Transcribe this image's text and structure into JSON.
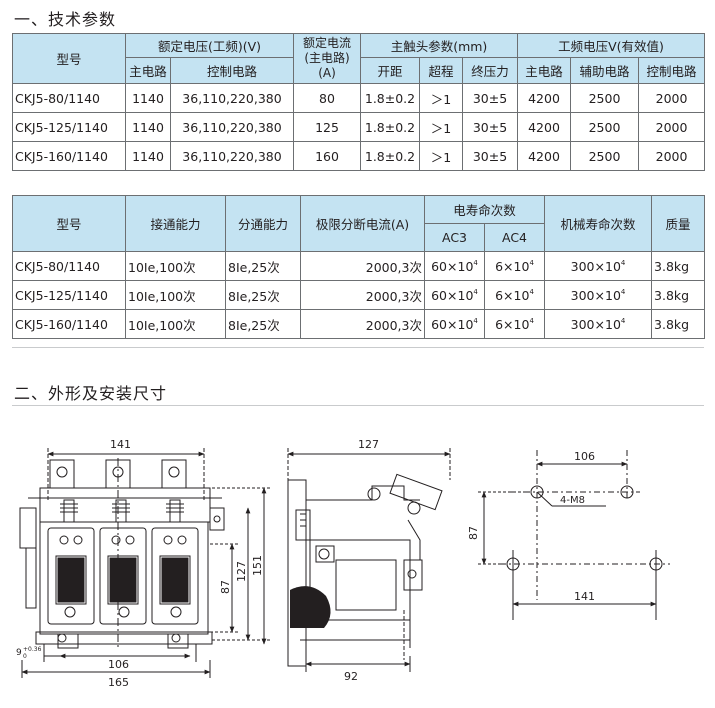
{
  "section1": {
    "title": "一、技术参数"
  },
  "section2": {
    "title": "二、外形及安装尺寸"
  },
  "table1": {
    "h_model": "型号",
    "h_rated_voltage": "额定电压(工频)(V)",
    "h_rated_current": "额定电流\n(主电路)\n(A)",
    "h_contact": "主触头参数(mm)",
    "h_test_voltage": "工频电压V(有效值)",
    "h_main_circuit": "主电路",
    "h_control_circuit": "控制电路",
    "h_gap": "开距",
    "h_overtravel": "超程",
    "h_final_pressure": "终压力",
    "h_main_circuit2": "主电路",
    "h_aux_circuit": "辅助电路",
    "h_control_circuit2": "控制电路",
    "rows": [
      [
        "CKJ5-80/1140",
        "1140",
        "36,110,220,380",
        "80",
        "1.8±0.2",
        "＞1",
        "30±5",
        "4200",
        "2500",
        "2000"
      ],
      [
        "CKJ5-125/1140",
        "1140",
        "36,110,220,380",
        "125",
        "1.8±0.2",
        "＞1",
        "30±5",
        "4200",
        "2500",
        "2000"
      ],
      [
        "CKJ5-160/1140",
        "1140",
        "36,110,220,380",
        "160",
        "1.8±0.2",
        "＞1",
        "30±5",
        "4200",
        "2500",
        "2000"
      ]
    ]
  },
  "table2": {
    "h_model": "型号",
    "h_make": "接通能力",
    "h_break": "分通能力",
    "h_limit": "极限分断电流(A)",
    "h_elec_life": "电寿命次数",
    "h_ac3": "AC3",
    "h_ac4": "AC4",
    "h_mech_life": "机械寿命次数",
    "h_mass": "质量",
    "exp": "4",
    "rows": [
      {
        "model": "CKJ5-80/1140",
        "make": "10Ie,100次",
        "break": "8Ie,25次",
        "limit": "2000,3次",
        "ac3": "60×10",
        "ac4": "6×10",
        "mech": "300×10",
        "mass": "3.8kg"
      },
      {
        "model": "CKJ5-125/1140",
        "make": "10Ie,100次",
        "break": "8Ie,25次",
        "limit": "2000,3次",
        "ac3": "60×10",
        "ac4": "6×10",
        "mech": "300×10",
        "mass": "3.8kg"
      },
      {
        "model": "CKJ5-160/1140",
        "make": "10Ie,100次",
        "break": "8Ie,25次",
        "limit": "2000,3次",
        "ac3": "60×10",
        "ac4": "6×10",
        "mech": "300×10",
        "mass": "3.8kg"
      }
    ]
  },
  "drawing": {
    "front": {
      "width_top": "141",
      "width_bottom": "165",
      "spacing": "106",
      "h87": "87",
      "h127": "127",
      "h151": "151",
      "offset": "9",
      "offset_tol_upper": "+0.36",
      "offset_tol_lower": "0"
    },
    "side": {
      "width_top": "127",
      "width_bottom": "92"
    },
    "mount": {
      "spacing_top": "106",
      "spacing_bottom": "141",
      "height": "87",
      "holes": "4-M8"
    }
  }
}
